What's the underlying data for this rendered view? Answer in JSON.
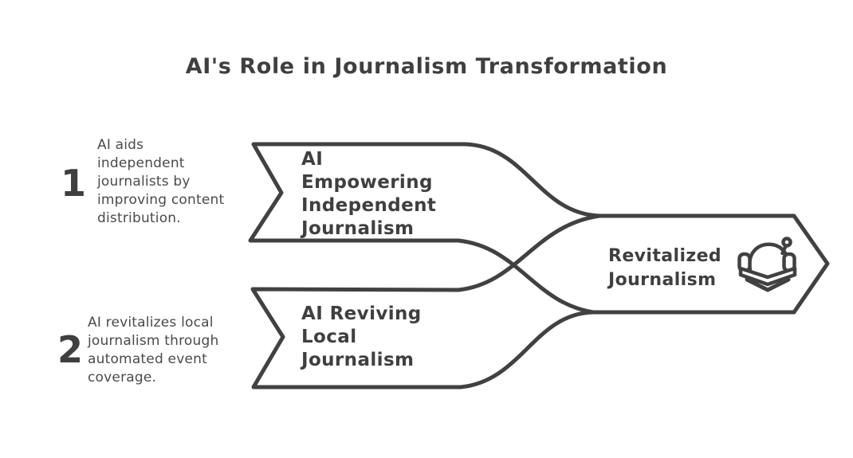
{
  "title": "AI's Role in Journalism Transformation",
  "colors": {
    "ink": "#414141",
    "heading": "#3f3f3f",
    "body_text": "#4a4a4a",
    "background": "#ffffff"
  },
  "steps": [
    {
      "number": "1",
      "description": "AI aids\nindependent\njournalists by\nimproving content\ndistribution.",
      "banner_label": "AI\nEmpowering\nIndependent\nJournalism"
    },
    {
      "number": "2",
      "description": "AI revitalizes local\njournalism through\nautomated event\ncoverage.",
      "banner_label": "AI Reviving\nLocal\nJournalism"
    }
  ],
  "result": {
    "label": "Revitalized\nJournalism",
    "icon": "headset-open-book-icon"
  }
}
